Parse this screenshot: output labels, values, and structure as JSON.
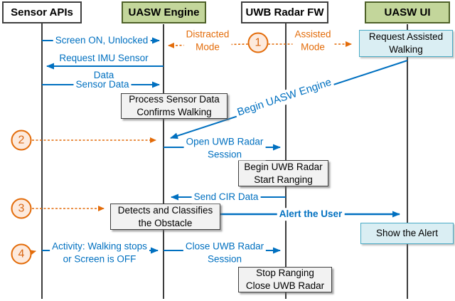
{
  "lifelines": [
    {
      "label": "Sensor APIs"
    },
    {
      "label": "UASW Engine"
    },
    {
      "label": "UWB Radar FW"
    },
    {
      "label": "UASW UI"
    }
  ],
  "steps": [
    {
      "label": "1"
    },
    {
      "label": "2"
    },
    {
      "label": "3"
    },
    {
      "label": "4"
    }
  ],
  "messages": {
    "screen_on": "Screen ON, Unlocked",
    "distracted_mode": "Distracted\nMode",
    "assisted_mode": "Assisted\nMode",
    "request_imu_line1": "Request IMU Sensor",
    "request_imu_line2": "Data",
    "sensor_data": "Sensor Data",
    "begin_uasw_engine": "Begin UASW Engine",
    "open_uwb_session": "Open UWB Radar\nSession",
    "send_cir_data": "Send CIR Data",
    "alert_the_user": "Alert the User",
    "activity_stops": "Activity: Walking stops\nor Screen is OFF",
    "close_uwb_session": "Close UWB Radar\nSession"
  },
  "process_boxes": {
    "process_sensor": "Process Sensor Data\nConfirms Walking",
    "begin_radar": "Begin UWB Radar\nStart Ranging",
    "detects_obstacle": "Detects and Classifies\nthe Obstacle",
    "stop_ranging": "Stop Ranging\nClose UWB Radar"
  },
  "ui_boxes": {
    "request_walking": "Request Assisted\nWalking",
    "show_alert": "Show the Alert"
  },
  "colors": {
    "message_blue": "#0070c0",
    "step_orange": "#e36c0a",
    "green_header_fill": "#c3d69b",
    "green_header_border": "#4e6128",
    "ui_box_fill": "#daeef3",
    "ui_box_border": "#4bacc6",
    "process_box_fill": "#f2f2f2",
    "box_border_dark": "#3f3f3f"
  }
}
